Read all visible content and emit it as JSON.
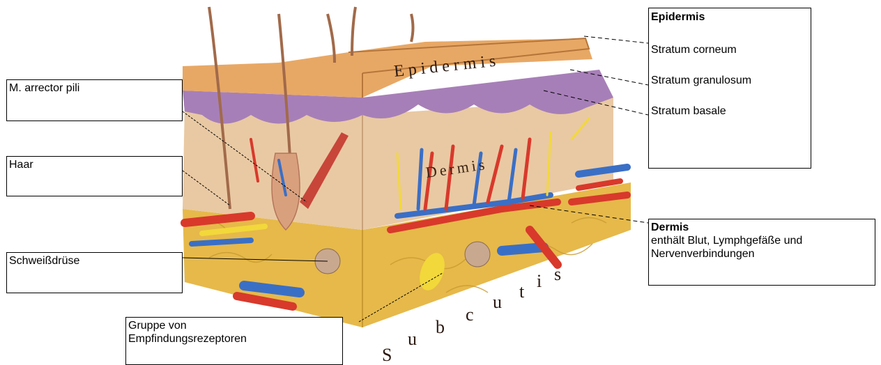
{
  "diagram_labels": {
    "epidermis_layer": "Epidermis",
    "dermis_layer": "Dermis",
    "subcutis_letters": [
      "S",
      "u",
      "b",
      "c",
      "u",
      "t",
      "i",
      "s"
    ]
  },
  "callouts": {
    "arrector": "M. arrector pili",
    "haar": "Haar",
    "schweiss": "Schweißdrüse",
    "rezeptoren_1": "Gruppe von",
    "rezeptoren_2": "Empfindungsrezeptoren",
    "epidermis_title": "Epidermis",
    "corneum": "Stratum corneum",
    "granulosum": "Stratum granulosum",
    "basale": "Stratum basale",
    "dermis_title": "Dermis",
    "dermis_desc_1": "enthält Blut, Lymphgefäße und",
    "dermis_desc_2": "Nervenverbindungen"
  },
  "colors": {
    "epidermis": "#e8a865",
    "stratum_purple": "#a77fb8",
    "dermis": "#e9c9a3",
    "fat": "#e6b94a",
    "artery": "#d8392b",
    "vein": "#3a6fc6",
    "nerve": "#f2d83a"
  }
}
